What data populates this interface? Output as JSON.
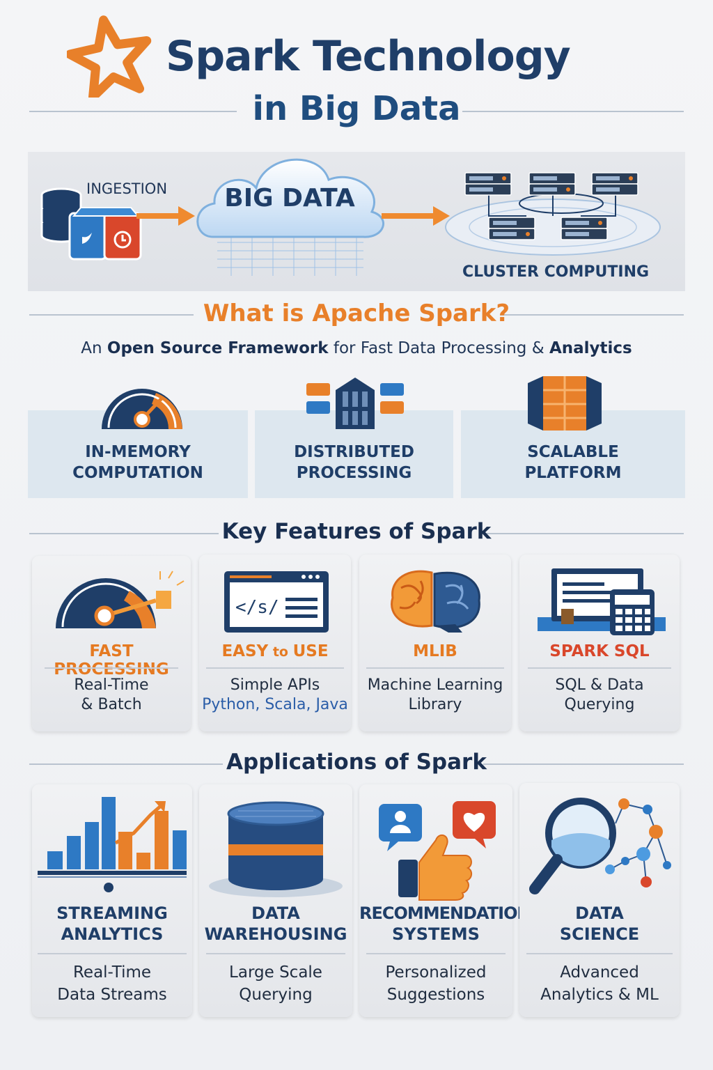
{
  "header": {
    "title_line1": "Spark Technology",
    "title_line2": "in Big Data"
  },
  "banner": {
    "ingestion": "INGESTION",
    "big_data": "BIG DATA",
    "cluster": "CLUSTER COMPUTING"
  },
  "what_is": {
    "heading": "What is Apache Spark?",
    "subtitle": {
      "prefix": "An ",
      "bold1": "Open Source Framework",
      "middle": " for Fast Data Processing & ",
      "bold2": "Analytics"
    },
    "pillars": [
      {
        "line1": "IN-MEMORY",
        "line2": "COMPUTATION",
        "icon": "gauge-icon"
      },
      {
        "line1": "DISTRIBUTED",
        "line2": "PROCESSING",
        "icon": "distributed-nodes-icon"
      },
      {
        "line1": "SCALABLE",
        "line2": "PLATFORM",
        "icon": "stacked-cubes-icon"
      }
    ]
  },
  "features": {
    "heading": "Key Features of Spark",
    "items": [
      {
        "title": "FAST PROCESSING",
        "line1": "Real-Time",
        "line2": "& Batch",
        "icon": "speedometer-icon"
      },
      {
        "title_a": "EASY",
        "title_b": " to ",
        "title_c": "USE",
        "line1": "Simple APIs",
        "line2": "Python, Scala, Java",
        "icon": "code-window-icon"
      },
      {
        "title": "MLIB",
        "line1": "Machine Learning",
        "line2": "Library",
        "icon": "brain-icon"
      },
      {
        "title": "SPARK SQL",
        "line1": "SQL & Data Querying",
        "icon": "sql-dashboard-icon"
      }
    ]
  },
  "applications": {
    "heading": "Applications of Spark",
    "items": [
      {
        "title1": "STREAMING",
        "title2": "ANALYTICS",
        "line1": "Real-Time",
        "line2": "Data Streams",
        "icon": "bar-chart-icon"
      },
      {
        "title1": "DATA",
        "title2": "WAREHOUSING",
        "line1": "Large Scale",
        "line2": "Querying",
        "icon": "database-cylinder-icon"
      },
      {
        "title1": "RECOMMENDATION",
        "title2": "SYSTEMS",
        "line1": "Personalized",
        "line2": "Suggestions",
        "icon": "thumbs-up-icon"
      },
      {
        "title1": "DATA",
        "title2": "SCIENCE",
        "line1": "Advanced",
        "line2": "Analytics & ML",
        "icon": "magnifier-network-icon"
      }
    ]
  },
  "colors": {
    "navy": "#1f3e68",
    "orange": "#e8802a",
    "blue": "#2e79c4",
    "red": "#d9472b"
  }
}
